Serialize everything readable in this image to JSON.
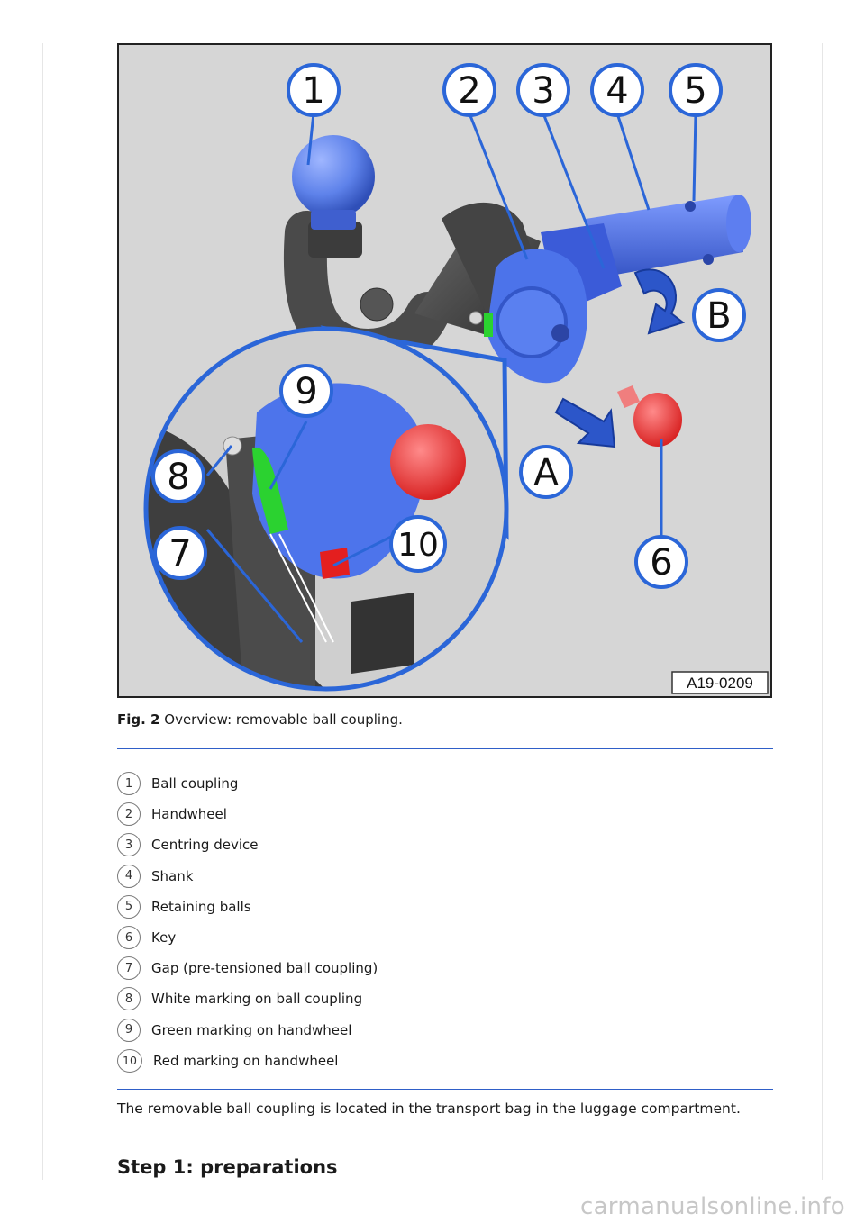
{
  "figure": {
    "callouts": [
      "1",
      "2",
      "3",
      "4",
      "5",
      "6",
      "7",
      "8",
      "9",
      "10",
      "A",
      "B"
    ],
    "image_code": "A19-0209"
  },
  "caption": {
    "label": "Fig. 2",
    "text": "Overview: removable ball coupling."
  },
  "legend": [
    {
      "number": "1",
      "label": "Ball coupling"
    },
    {
      "number": "2",
      "label": "Handwheel"
    },
    {
      "number": "3",
      "label": "Centring device"
    },
    {
      "number": "4",
      "label": "Shank"
    },
    {
      "number": "5",
      "label": "Retaining balls"
    },
    {
      "number": "6",
      "label": "Key"
    },
    {
      "number": "7",
      "label": "Gap (pre-tensioned ball coupling)"
    },
    {
      "number": "8",
      "label": "White marking on ball coupling"
    },
    {
      "number": "9",
      "label": "Green marking on handwheel"
    },
    {
      "number": "10",
      "label": "Red marking on handwheel"
    }
  ],
  "body_text": "The removable ball coupling is located in the transport bag in the luggage compartment.",
  "section_heading": "Step 1: preparations",
  "watermark": "carmanualsonline.info",
  "colors": {
    "rule": "#2f5fc8",
    "callout_blue": "#2b66d8",
    "part_blue": "#4f78e6",
    "green_mark": "#2bd230",
    "red_mark": "#e41f1f"
  }
}
